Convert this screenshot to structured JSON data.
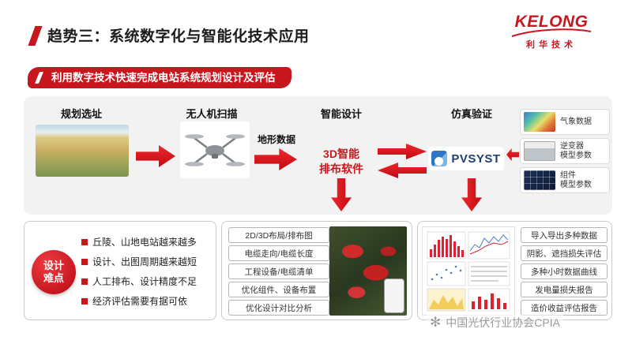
{
  "header": {
    "title": "趋势三：系统数字化与智能化技术应用",
    "logo": {
      "brand": "KELONG",
      "sub": "利华技术"
    },
    "banner": "利用数字技术快速完成电站系统规划设计及评估"
  },
  "flow": {
    "stages": [
      {
        "label": "规划选址"
      },
      {
        "label": "无人机扫描"
      },
      {
        "label": "智能设计"
      },
      {
        "label": "仿真验证"
      }
    ],
    "terrain_label": "地形数据",
    "software_label": "3D智能\n排布软件",
    "pvsyst_label": "PVSYST",
    "inputs": [
      {
        "label": "气象数据"
      },
      {
        "label": "逆变器\n模型参数"
      },
      {
        "label": "组件\n模型参数"
      }
    ]
  },
  "bottom": {
    "difficulty": {
      "badge": "设计\n难点",
      "items": [
        "丘陵、山地电站越来越多",
        "设计、出图周期越来越短",
        "人工排布、设计精度不足",
        "经济评估需要有据可依"
      ]
    },
    "design_outputs": [
      "2D/3D布局/排布图",
      "电缆走向/电缆长度",
      "工程设备/电缆清单",
      "优化组件、设备布置",
      "优化设计对比分析"
    ],
    "simulation_outputs": [
      "导入导出多种数据",
      "阴影、遮挡损失评估",
      "多种小时数据曲线",
      "发电量损失报告",
      "造价收益评估报告"
    ]
  },
  "footer": {
    "watermark": "中国光伏行业协会CPIA",
    "cpia_icon": "✻"
  }
}
